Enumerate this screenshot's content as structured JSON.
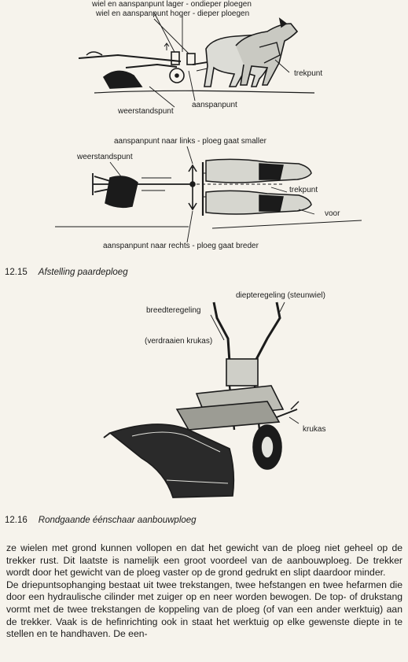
{
  "fig1": {
    "labels": {
      "wheel_lower": "wiel en aanspanpunt lager - ondieper ploegen",
      "wheel_higher": "wiel en aanspanpunt hoger - dieper ploegen",
      "trekpunt": "trekpunt",
      "weerstandspunt": "weerstandspunt",
      "aanspanpunt": "aanspanpunt"
    }
  },
  "fig2": {
    "labels": {
      "left": "aanspanpunt naar links - ploeg gaat smaller",
      "weerstandspunt": "weerstandspunt",
      "trekpunt": "trekpunt",
      "voor": "voor",
      "right": "aanspanpunt naar rechts - ploeg gaat breder"
    }
  },
  "caption1": {
    "num": "12.15",
    "text": "Afstelling paardeploeg"
  },
  "fig3": {
    "labels": {
      "diepteregeling": "diepteregeling (steunwiel)",
      "breedteregeling": "breedteregeling",
      "verdraaien": "(verdraaien krukas)",
      "krukas": "krukas"
    }
  },
  "caption2": {
    "num": "12.16",
    "text": "Rondgaande éénschaar aanbouwploeg"
  },
  "body": {
    "para1": "ze wielen met grond kunnen vollopen en dat het gewicht van de ploeg niet geheel op de trekker rust. Dit laatste is namelijk een groot voordeel van de aanbouwploeg. De trekker wordt door het gewicht van de ploeg vaster op de grond gedrukt en slipt daardoor minder.",
    "para2": "De driepuntsophanging bestaat uit twee trekstangen, twee hefstangen en twee hefarmen die door een hydraulische cilinder met zuiger op en neer worden bewogen. De top- of drukstang vormt met de twee trekstangen de koppeling van de ploeg (of van een ander werktuig) aan de trekker. Vaak is de hefinrichting ook in staat het werktuig op elke gewenste diepte in te stellen en te handhaven. De een-"
  }
}
